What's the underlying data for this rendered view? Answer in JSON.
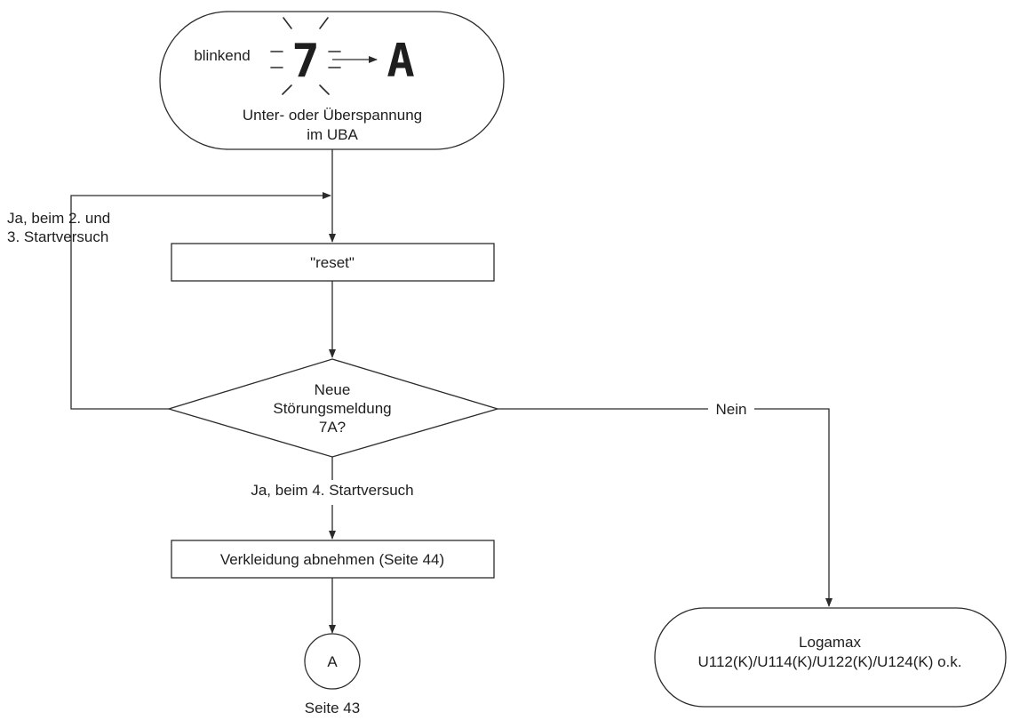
{
  "start": {
    "blink_label": "blinkend",
    "code_from": "7",
    "code_to": "A",
    "line1": "Unter- oder Überspannung",
    "line2": "im UBA"
  },
  "reset_box": {
    "label": "\"reset\""
  },
  "decision": {
    "line1": "Neue",
    "line2": "Störungsmeldung",
    "line3": "7A?"
  },
  "loop_label": {
    "line1": "Ja, beim 2. und",
    "line2": "3. Startversuch"
  },
  "no_label": "Nein",
  "yes4_label": "Ja, beim 4. Startversuch",
  "remove_cover_box": {
    "label": "Verkleidung abnehmen (Seite 44)"
  },
  "connector": {
    "letter": "A",
    "page_ref": "Seite 43"
  },
  "end": {
    "line1": "Logamax",
    "line2": "U112(K)/U114(K)/U122(K)/U124(K) o.k."
  }
}
